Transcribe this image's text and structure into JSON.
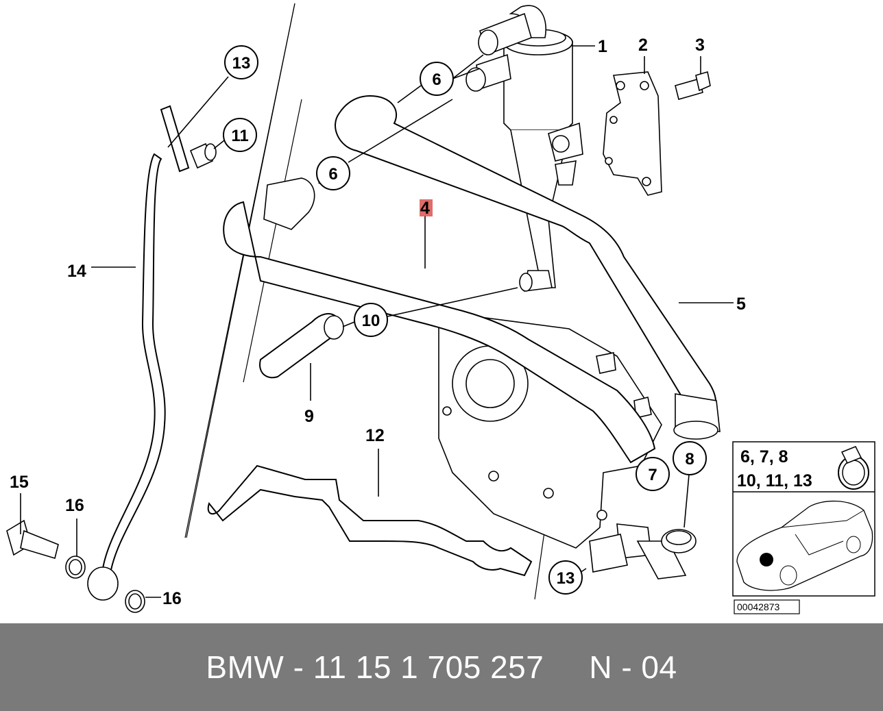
{
  "diagram": {
    "callouts": {
      "c1": "1",
      "c2": "2",
      "c3": "3",
      "c4": "4",
      "c5": "5",
      "c6a": "6",
      "c6b": "6",
      "c7": "7",
      "c8": "8",
      "c9": "9",
      "c10": "10",
      "c11": "11",
      "c12": "12",
      "c13a": "13",
      "c13b": "13",
      "c14": "14",
      "c15": "15",
      "c16a": "16",
      "c16b": "16"
    },
    "legend": {
      "line1": "6, 7, 8",
      "line2": "10, 11, 13"
    },
    "diagram_number": "00042873",
    "highlight_color": "#d9534f"
  },
  "footer": {
    "part_text": "BMW - 11 15 1 705 257",
    "position_text": "N - 04",
    "background": "#7a7a7a"
  }
}
